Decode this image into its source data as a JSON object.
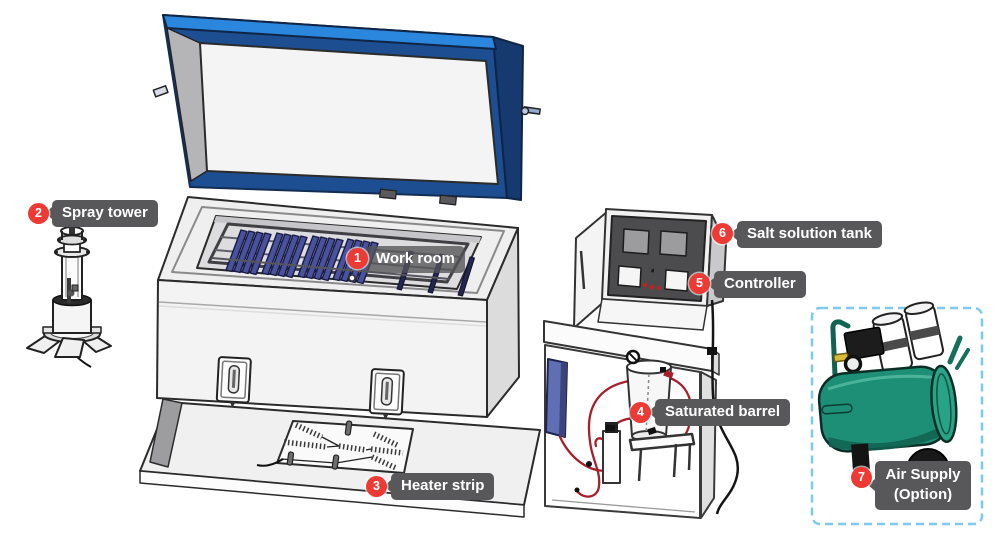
{
  "diagram": {
    "background": "#ffffff",
    "callouts": [
      {
        "number": "1",
        "label": "Work room"
      },
      {
        "number": "2",
        "label": "Spray tower"
      },
      {
        "number": "3",
        "label": "Heater strip"
      },
      {
        "number": "4",
        "label": "Saturated barrel"
      },
      {
        "number": "5",
        "label": "Controller"
      },
      {
        "number": "6",
        "label": "Salt solution tank"
      },
      {
        "number": "7",
        "label": "Air Supply",
        "label_line2": "(Option)"
      }
    ],
    "colors": {
      "callout_bg": "#58585a",
      "callout_text": "#ffffff",
      "badge_red": "#ee3a35",
      "lid_frame_blue": "#1d4e91",
      "lid_top_blue": "#2b87dd",
      "lid_side_blue": "#16396f",
      "sample_blue": "#4a529d",
      "tube_red": "#a81f2c",
      "compressor_teal": "#1e8f77",
      "option_dashed_border": "#7fc9f1",
      "controller_panel": "#4c4c4e",
      "machine_body": "#f3f3f3"
    }
  }
}
